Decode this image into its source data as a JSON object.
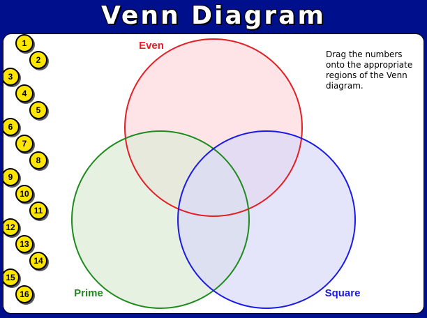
{
  "title": "Venn Diagram",
  "instructions": "Drag the numbers onto the appropriate regions of the Venn diagram.",
  "sets": {
    "even": {
      "label": "Even",
      "color": "#e31e24",
      "fill": "#ffdfe3"
    },
    "prime": {
      "label": "Prime",
      "color": "#1e8a1e",
      "fill": "#e3f2e3"
    },
    "square": {
      "label": "Square",
      "color": "#1a1ae6",
      "fill": "#e3e3fb"
    }
  },
  "tokens": [
    "1",
    "2",
    "3",
    "4",
    "5",
    "6",
    "7",
    "8",
    "9",
    "10",
    "11",
    "12",
    "13",
    "14",
    "15",
    "16"
  ],
  "colors": {
    "background": "#00108c",
    "token": "#ffe600"
  }
}
